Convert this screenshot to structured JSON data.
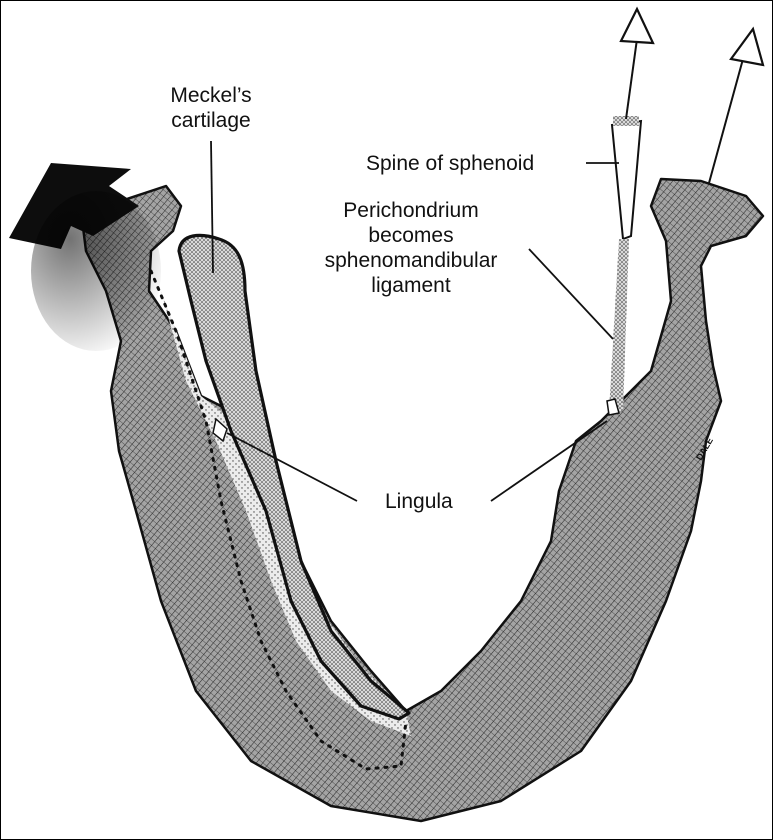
{
  "labels": {
    "meckel_line1": "Meckel’s",
    "meckel_line2": "cartilage",
    "spine": "Spine of sphenoid",
    "perichondrium_line1": "Perichondrium",
    "perichondrium_line2": "becomes",
    "perichondrium_line3": "sphenomandibular",
    "perichondrium_line4": "ligament",
    "lingula": "Lingula"
  },
  "signature": "DALE",
  "colors": {
    "ink": "#111111",
    "bone_fill": "#9a9a9a",
    "cartilage_fill": "#e2e2e2",
    "background": "#ffffff"
  }
}
